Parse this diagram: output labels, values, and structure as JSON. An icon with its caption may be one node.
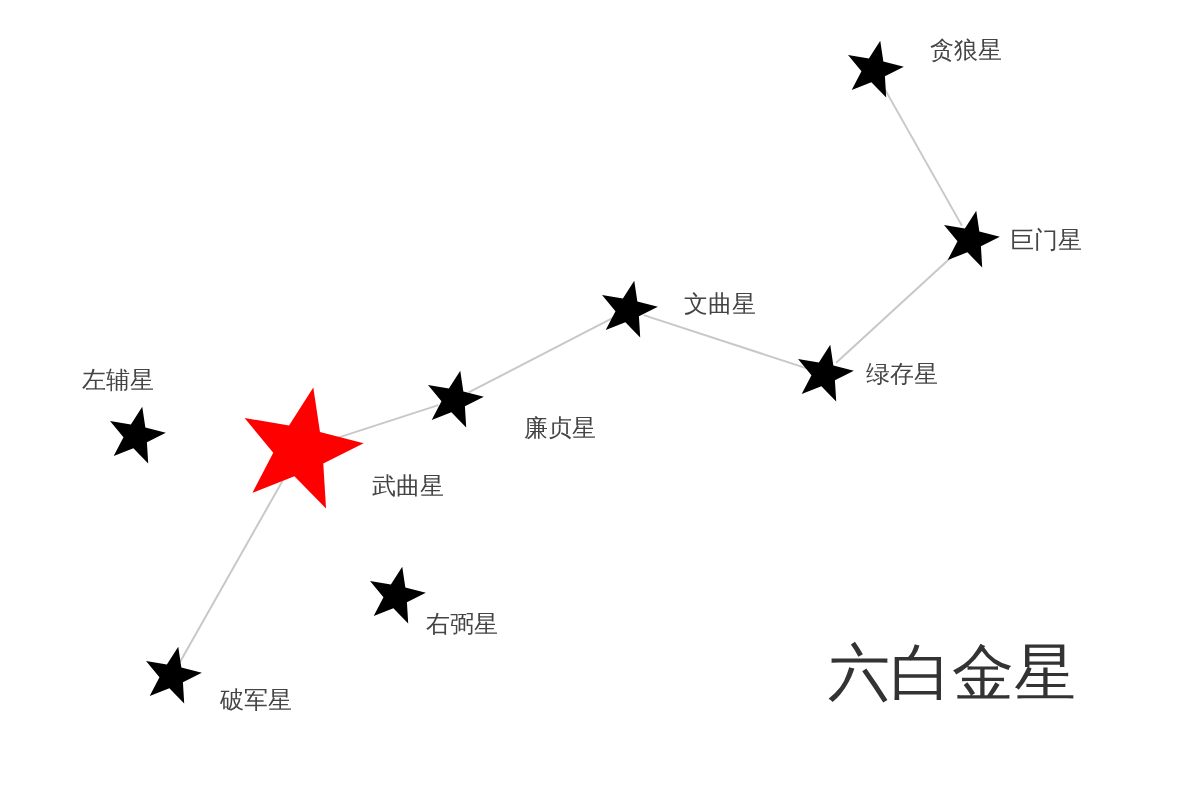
{
  "diagram": {
    "title": "六白金星",
    "nodes": [
      {
        "text": [],
        "shape": "star",
        "beside": [
          "贪狼星"
        ]
      },
      {
        "text": [],
        "shape": "star",
        "beside": [
          "巨门星"
        ]
      },
      {
        "text": [],
        "shape": "star",
        "beside": [
          "文曲星"
        ]
      },
      {
        "text": [],
        "shape": "star",
        "beside": [
          "绿存星"
        ]
      },
      {
        "text": [],
        "shape": "star",
        "beside": [
          "左辅星"
        ]
      },
      {
        "text": [],
        "shape": "star",
        "beside": [
          "廉贞星"
        ]
      },
      {
        "text": [],
        "shape": "star",
        "beside": [
          "武曲星"
        ]
      },
      {
        "text": [],
        "shape": "star",
        "beside": [
          "右弼星"
        ]
      },
      {
        "text": [],
        "shape": "star",
        "beside": [
          "破军星"
        ]
      }
    ],
    "edges": [
      {
        "from": 0,
        "to": 1,
        "arrow": "none"
      },
      {
        "from": 1,
        "to": 3,
        "arrow": "none"
      },
      {
        "from": 3,
        "to": 2,
        "arrow": "none"
      },
      {
        "from": 2,
        "to": 5,
        "arrow": "none"
      },
      {
        "from": 5,
        "to": 6,
        "arrow": "none"
      },
      {
        "from": 6,
        "to": 8,
        "arrow": "none"
      }
    ]
  }
}
